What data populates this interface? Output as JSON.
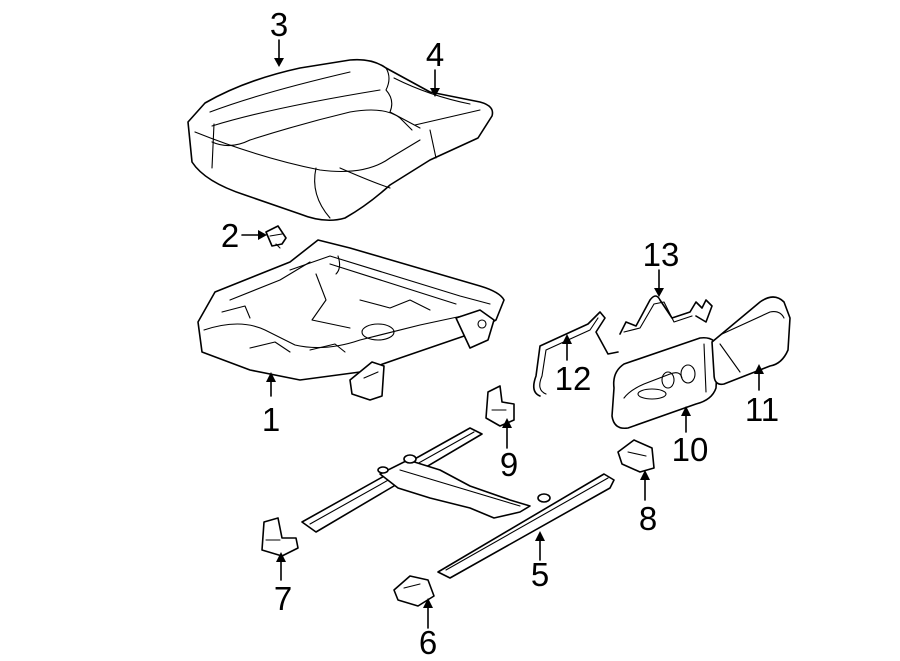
{
  "diagram": {
    "parts": [
      {
        "id": "cushion-pad",
        "callout": "3"
      },
      {
        "id": "cushion-cover",
        "callout": "4"
      },
      {
        "id": "push-pin",
        "callout": "2"
      },
      {
        "id": "seat-frame",
        "callout": "1"
      },
      {
        "id": "seat-track",
        "callout": "5"
      },
      {
        "id": "track-cover-front-inner",
        "callout": "6"
      },
      {
        "id": "track-cover-front-outer",
        "callout": "7"
      },
      {
        "id": "track-cover-rear-outer",
        "callout": "8"
      },
      {
        "id": "track-cover-rear-inner",
        "callout": "9"
      },
      {
        "id": "switch-bezel",
        "callout": "10"
      },
      {
        "id": "side-shield",
        "callout": "11"
      },
      {
        "id": "support-wire-front",
        "callout": "12"
      },
      {
        "id": "support-wire-rear",
        "callout": "13"
      }
    ]
  }
}
